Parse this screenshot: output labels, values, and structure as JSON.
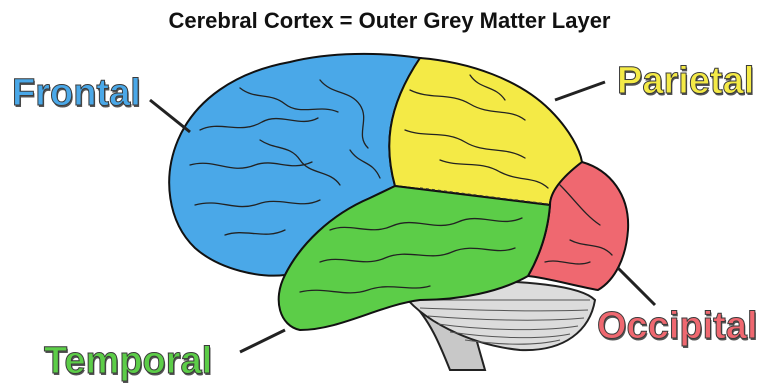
{
  "title": "Cerebral Cortex = Outer Grey Matter Layer",
  "lobes": {
    "frontal": {
      "label": "Frontal",
      "color": "#4aa8e8"
    },
    "parietal": {
      "label": "Parietal",
      "color": "#f4ea46"
    },
    "temporal": {
      "label": "Temporal",
      "color": "#5ccd48"
    },
    "occipital": {
      "label": "Occipital",
      "color": "#ef6870"
    }
  },
  "cerebellum_color": "#dcdcdc",
  "brainstem_color": "#c8c8c8"
}
